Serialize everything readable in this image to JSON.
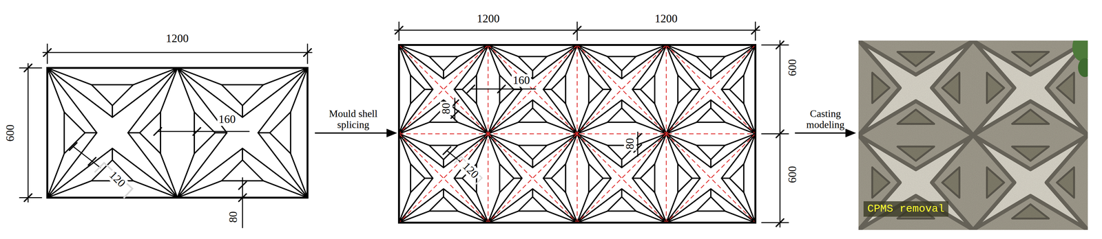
{
  "diagram": {
    "labels": [
      "1200",
      "600",
      "160",
      "120",
      "80",
      "Mould shell splicing",
      "1200",
      "1200",
      "600",
      "600",
      "160",
      "80",
      "120",
      "80",
      "Casting modeling",
      "CPMS removal"
    ]
  }
}
